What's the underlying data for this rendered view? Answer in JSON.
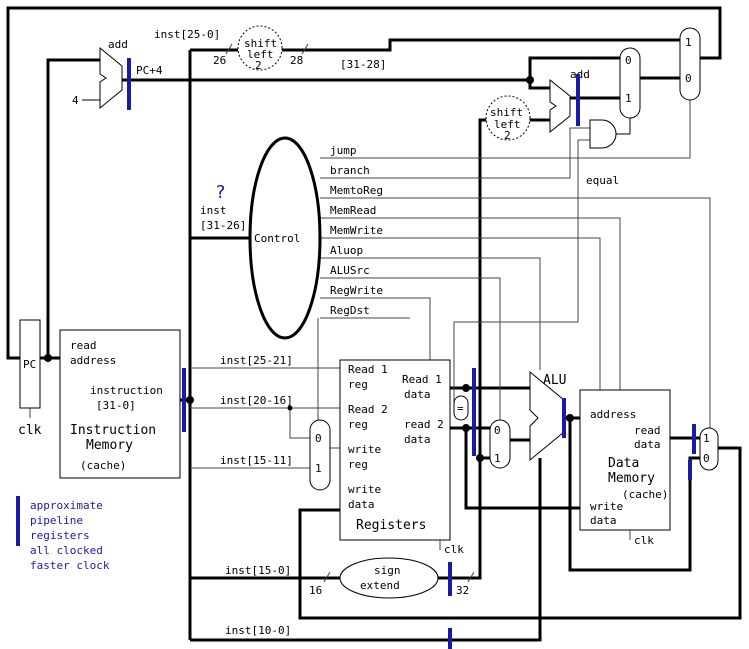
{
  "pc": {
    "label": "PC",
    "clk": "clk"
  },
  "adders": {
    "pc_add": "add",
    "branch_add": "add",
    "const4": "4",
    "pc4": "PC+4"
  },
  "shifters": {
    "jump": {
      "l1": "shift",
      "l2": "left",
      "l3": "2"
    },
    "branch": {
      "l1": "shift",
      "l2": "left",
      "l3": "2"
    }
  },
  "bus_labels": {
    "inst25_0": "inst[25-0]",
    "w26": "26",
    "w28": "28",
    "inst31_28": "[31-28]",
    "inst_label": "inst",
    "inst31_26": "[31-26]",
    "inst25_21": "inst[25-21]",
    "inst20_16": "inst[20-16]",
    "inst15_11": "inst[15-11]",
    "inst15_0": "inst[15-0]",
    "w16": "16",
    "w32": "32",
    "inst10_0": "inst[10-0]",
    "equal": "equal"
  },
  "question_mark": "?",
  "control": {
    "label": "Control",
    "signals": [
      "jump",
      "branch",
      "MemtoReg",
      "MemRead",
      "MemWrite",
      "Aluop",
      "ALUSrc",
      "RegWrite",
      "RegDst"
    ]
  },
  "imem": {
    "read1": "read",
    "read2": "address",
    "instr1": "instruction",
    "instr2": "[31-0]",
    "title1": "Instruction",
    "title2": "Memory",
    "cache": "(cache)"
  },
  "registers": {
    "r1a": "Read 1",
    "r1b": "reg",
    "r2a": "Read 2",
    "r2b": "reg",
    "wa": "write",
    "wb": "reg",
    "wda": "write",
    "wdb": "data",
    "o1a": "Read 1",
    "o1b": "data",
    "o2a": "read 2",
    "o2b": "data",
    "title": "Registers",
    "clk": "clk"
  },
  "sign_extend": {
    "l1": "sign",
    "l2": "extend"
  },
  "alu": {
    "label": "ALU",
    "eq": "="
  },
  "dmem": {
    "address": "address",
    "rd1": "read",
    "rd2": "data",
    "title1": "Data",
    "title2": "Memory",
    "cache": "(cache)",
    "wd1": "write",
    "wd2": "data",
    "clk": "clk"
  },
  "mux_inputs": {
    "zero": "0",
    "one": "1"
  },
  "notes": [
    "approximate",
    "pipeline",
    "registers",
    "all clocked",
    "faster clock"
  ],
  "colors": {
    "line": "#000000",
    "pipeline": "#1a1aa8",
    "note": "#1a1aa8",
    "thin": "#444444"
  }
}
